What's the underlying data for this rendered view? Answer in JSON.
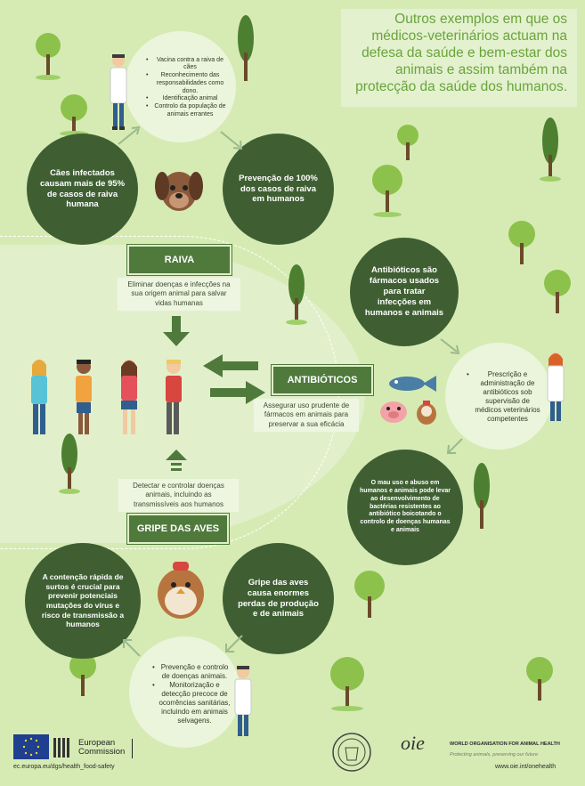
{
  "title": "Outros exemplos em que os médicos-veterinários actuam na defesa da saúde e bem-estar dos animais e assim também na protecção da saúde dos humanos.",
  "raiva": {
    "label": "RAIVA",
    "cause": "Cães infectados causam mais de 95% de casos de raiva humana",
    "actions": [
      "Vacina contra a raiva de cães",
      "Reconhecimento das responsabilidades como dono.",
      "Identificação animal",
      "Controlo da população de animais errantes"
    ],
    "result": "Prevenção de 100% dos casos de raiva em humanos",
    "note": "Eliminar doenças e infecções na sua origem animal para salvar vidas humanas"
  },
  "antibioticos": {
    "label": "ANTIBIÓTICOS",
    "note": "Assegurar uso prudente de fármacos em animais para preservar a sua eficácia",
    "intro": "Antibióticos são fármacos usados para tratar infecções em humanos e animais",
    "action": "Prescrição e administração de antibióticos sob supervisão de médicos veterinários competentes",
    "risk": "O mau uso e abuso em humanos e animais pode levar ao desenvolvimento de bactérias resistentes ao antibiótico boicotando o controlo de doenças humanas e animais"
  },
  "gripe": {
    "label": "GRIPE DAS AVES",
    "note": "Detectar e controlar doenças animais, incluindo as transmissíveis aos humanos",
    "impact": "Gripe das aves causa enormes perdas de produção e de animais",
    "actions": [
      "Prevenção e controlo de doenças animais.",
      "Monitorização e detecção precoce de ocorrências sanitárias, incluindo em animais selvagens."
    ],
    "containment": "A contenção rápida de surtos é crucial para prevenir potenciais mutações do vírus e risco de transmissão a humanos"
  },
  "footer": {
    "ec_name": "European",
    "ec_name2": "Commission",
    "ec_url": "ec.europa.eu/dgs/health_food-safety",
    "oie_logo": "oie",
    "oie_name": "WORLD ORGANISATION FOR ANIMAL HEALTH",
    "oie_tagline": "Protecting animals, preserving our future",
    "oie_url": "www.oie.int/onehealth"
  },
  "colors": {
    "dark_green": "#3f5f33",
    "light_circle": "#ebf5dc",
    "background": "#d6ebb4",
    "title": "#6aa43b",
    "label": "#4f7a3c"
  }
}
